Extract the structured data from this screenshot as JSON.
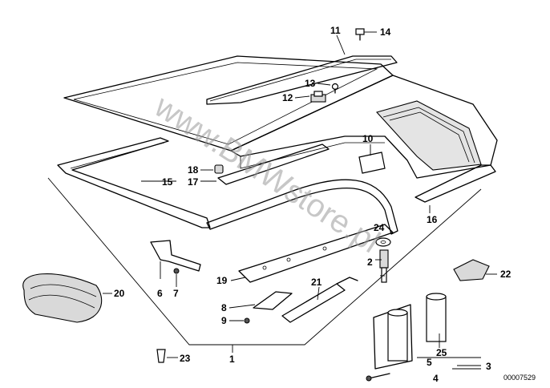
{
  "diagram": {
    "watermark": "www.BMWstore.pl",
    "drawing_code": "00007529",
    "part_labels": [
      "1",
      "2",
      "3",
      "4",
      "5",
      "6",
      "7",
      "8",
      "9",
      "10",
      "11",
      "12",
      "13",
      "14",
      "15",
      "16",
      "17",
      "18",
      "19",
      "20",
      "21",
      "22",
      "23",
      "24",
      "25"
    ]
  }
}
